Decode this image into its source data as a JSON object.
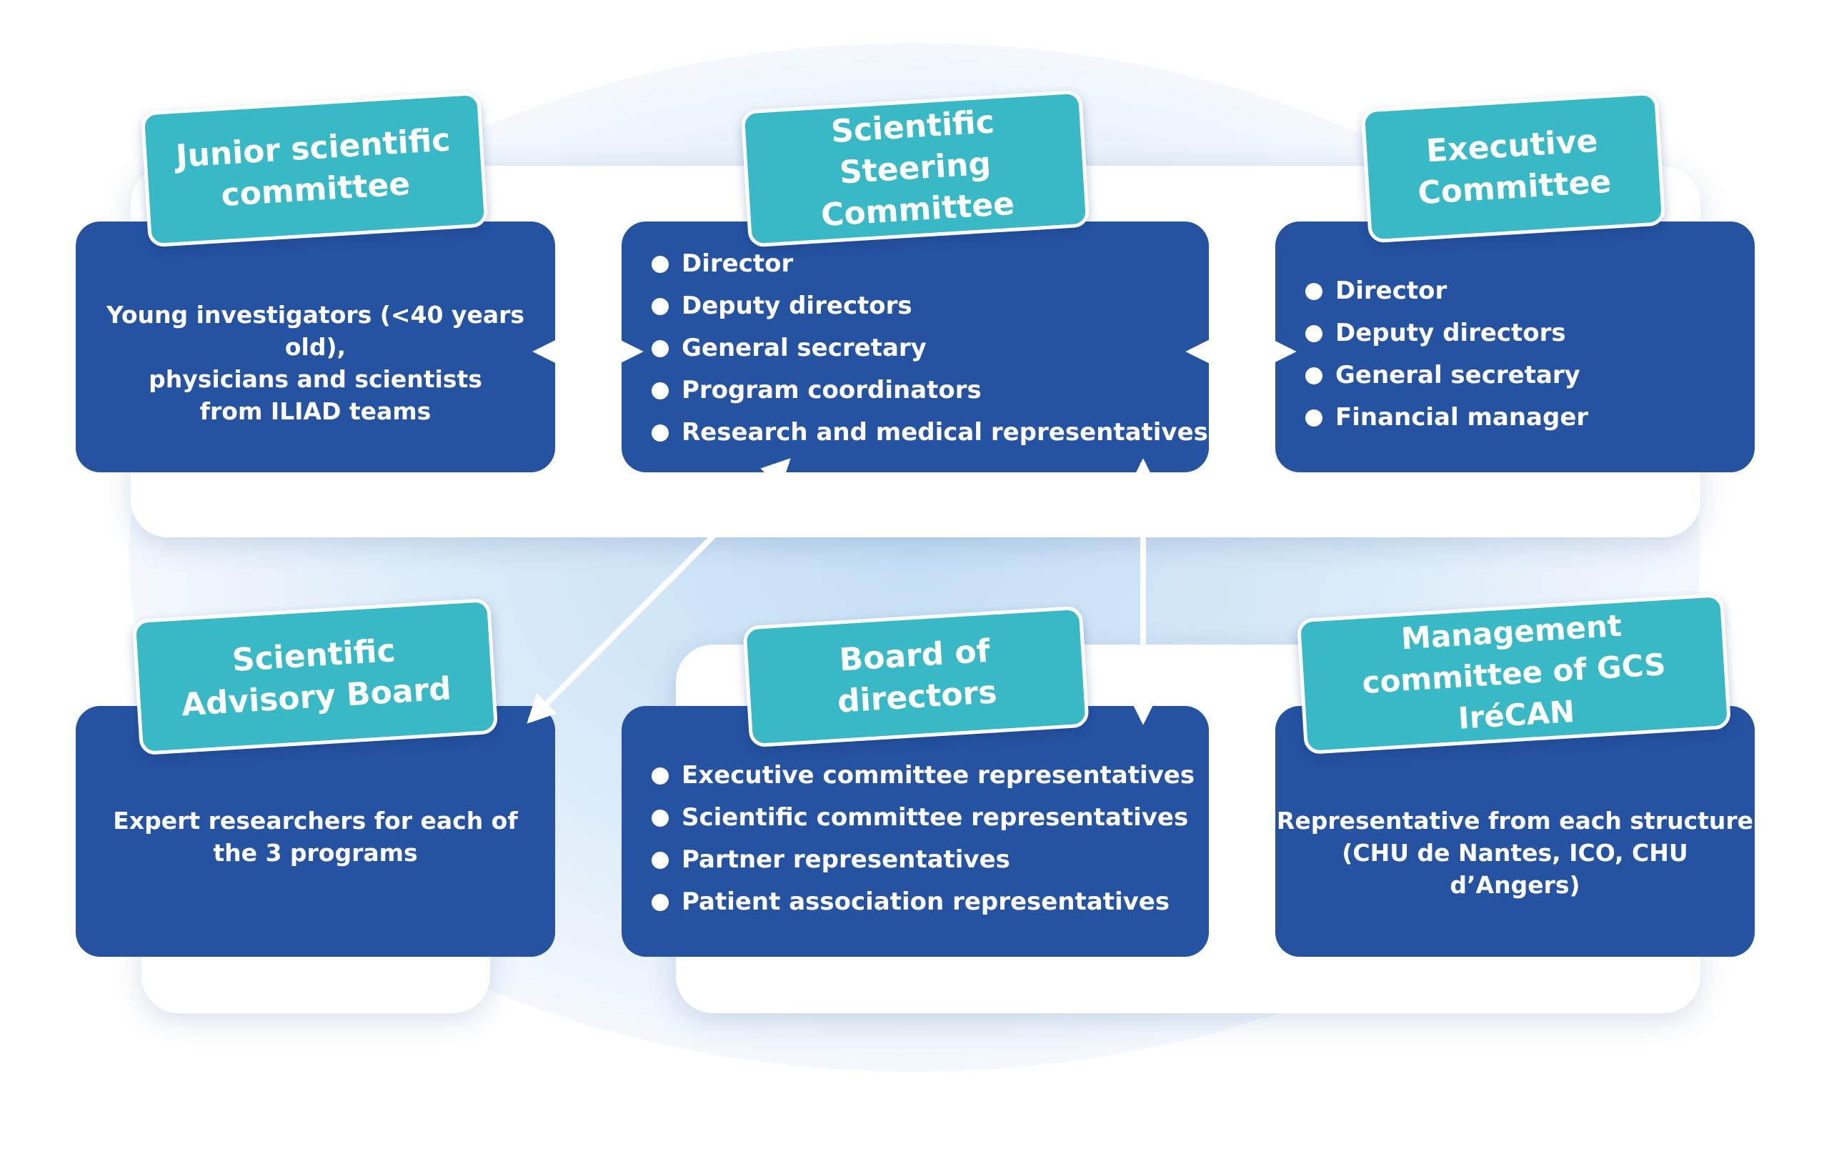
{
  "colors": {
    "box": "#2553a2",
    "tab": "#39b9c5",
    "panel": "#ffffff",
    "arrow": "#ffffff"
  },
  "committees": {
    "junior": {
      "title": "Junior scientific committee",
      "description": [
        "Young investigators (<40 years old),",
        "physicians and scientists",
        "from ILIAD teams"
      ]
    },
    "steering": {
      "title": "Scientific Steering Committee",
      "members": [
        "Director",
        "Deputy directors",
        "General secretary",
        "Program coordinators",
        "Research and medical representatives"
      ]
    },
    "executive": {
      "title": "Executive Committee",
      "members": [
        "Director",
        "Deputy directors",
        "General secretary",
        "Financial manager"
      ]
    },
    "advisory": {
      "title": "Scientific Advisory Board",
      "description": [
        "Expert researchers for each of",
        "the 3 programs"
      ]
    },
    "board": {
      "title": "Board of directors",
      "members": [
        "Executive committee representatives",
        "Scientific committee representatives",
        "Partner representatives",
        "Patient association representatives"
      ]
    },
    "management": {
      "title": "Management committee of GCS IréCAN",
      "description": [
        "Representative from each structure",
        "(CHU de Nantes, ICO, CHU d’Angers)"
      ]
    }
  }
}
